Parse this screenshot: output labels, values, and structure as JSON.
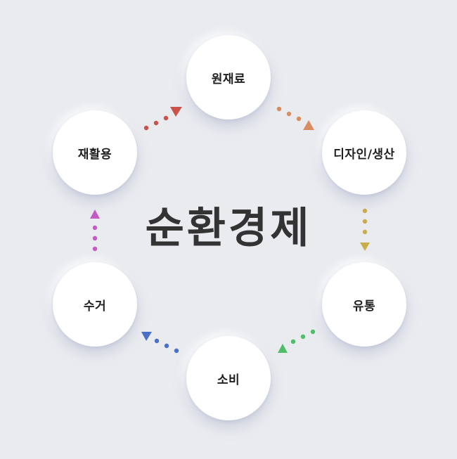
{
  "title": "순환경제",
  "nodes": [
    {
      "id": "raw-material",
      "label": "원재료"
    },
    {
      "id": "design",
      "label": "디자인/생산"
    },
    {
      "id": "distribution",
      "label": "유통"
    },
    {
      "id": "consumption",
      "label": "소비"
    },
    {
      "id": "collection",
      "label": "수거"
    },
    {
      "id": "recycling",
      "label": "재활용"
    }
  ],
  "connectors": [
    {
      "from": "raw-material",
      "to": "design",
      "color": "#d98c5f"
    },
    {
      "from": "design",
      "to": "distribution",
      "color": "#c9ad4a"
    },
    {
      "from": "distribution",
      "to": "consumption",
      "color": "#4dbf6a"
    },
    {
      "from": "consumption",
      "to": "collection",
      "color": "#4a6fc9"
    },
    {
      "from": "collection",
      "to": "recycling",
      "color": "#c45ac4"
    },
    {
      "from": "recycling",
      "to": "raw-material",
      "color": "#c9524a"
    }
  ]
}
